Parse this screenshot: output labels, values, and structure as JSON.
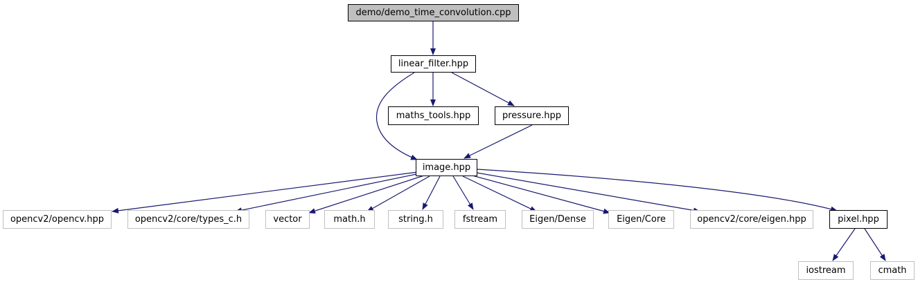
{
  "graph": {
    "colors": {
      "edge": "#191970",
      "root_fill": "#bfbfbf",
      "node_border": "#000000",
      "external_border": "#bfbfbf",
      "text": "#000000"
    },
    "nodes": {
      "root": "demo/demo_time_convolution.cpp",
      "linear_filter": "linear_filter.hpp",
      "maths_tools": "maths_tools.hpp",
      "pressure": "pressure.hpp",
      "image": "image.hpp",
      "opencv": "opencv2/opencv.hpp",
      "types_c": "opencv2/core/types_c.h",
      "vector": "vector",
      "math_h": "math.h",
      "string_h": "string.h",
      "fstream": "fstream",
      "eigen_dense": "Eigen/Dense",
      "eigen_core": "Eigen/Core",
      "core_eigen": "opencv2/core/eigen.hpp",
      "pixel": "pixel.hpp",
      "iostream": "iostream",
      "cmath": "cmath"
    },
    "edges": [
      [
        "root",
        "linear_filter"
      ],
      [
        "linear_filter",
        "image"
      ],
      [
        "linear_filter",
        "maths_tools"
      ],
      [
        "linear_filter",
        "pressure"
      ],
      [
        "pressure",
        "image"
      ],
      [
        "image",
        "opencv"
      ],
      [
        "image",
        "types_c"
      ],
      [
        "image",
        "vector"
      ],
      [
        "image",
        "math_h"
      ],
      [
        "image",
        "string_h"
      ],
      [
        "image",
        "fstream"
      ],
      [
        "image",
        "eigen_dense"
      ],
      [
        "image",
        "eigen_core"
      ],
      [
        "image",
        "core_eigen"
      ],
      [
        "image",
        "pixel"
      ],
      [
        "pixel",
        "iostream"
      ],
      [
        "pixel",
        "cmath"
      ]
    ]
  }
}
